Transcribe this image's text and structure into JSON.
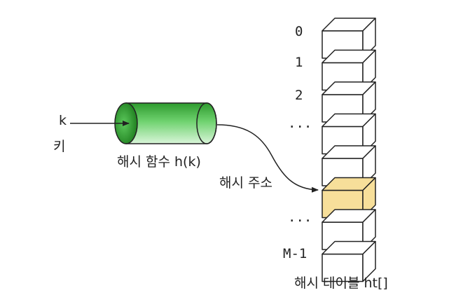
{
  "diagram": {
    "key": {
      "symbol": "k",
      "label": "키"
    },
    "hash_function": {
      "label": "해시 함수 h(k)"
    },
    "hash_address": {
      "label": "해시 주소"
    },
    "hash_table": {
      "label": "해시 테이블 ht[]",
      "index_labels": [
        "0",
        "1",
        "2",
        "···",
        "",
        "",
        "···",
        "M-1"
      ],
      "highlighted_slot": 5
    },
    "colors": {
      "cylinder_dark": "#2fa02f",
      "cylinder_light": "#c8f0c8",
      "highlight_fill": "#f7df9a",
      "box_fill": "#ffffff",
      "stroke": "#222222"
    }
  }
}
